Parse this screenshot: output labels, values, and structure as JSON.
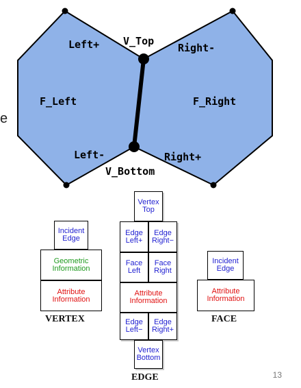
{
  "diagram": {
    "labels": {
      "left_plus": "Left+",
      "v_top": "V_Top",
      "right_minus": "Right-",
      "f_left": "F_Left",
      "f_right": "F_Right",
      "left_minus": "Left-",
      "right_plus": "Right+",
      "v_bottom": "V_Bottom"
    },
    "colors": {
      "face_fill": "#8fb2e8",
      "edge": "#000000"
    }
  },
  "vertex_record": {
    "incident_edge": "Incident Edge",
    "geometric": "Geometric Information",
    "attribute": "Attribute Information",
    "caption": "VERTEX"
  },
  "edge_record": {
    "vertex_top": "Vertex Top",
    "edge_left_plus": "Edge Left+",
    "edge_right_minus": "Edge Right−",
    "face_left": "Face Left",
    "face_right": "Face Right",
    "attribute": "Attribute Information",
    "edge_left_minus": "Edge Left−",
    "edge_right_plus": "Edge Right+",
    "vertex_bottom": "Vertex Bottom",
    "caption": "EDGE"
  },
  "face_record": {
    "incident_edge": "Incident Edge",
    "attribute": "Attribute Information",
    "caption": "FACE"
  },
  "slide": {
    "partial_letter": "e",
    "page_number": "13"
  },
  "colors": {
    "blue_text": "#1f1fd1",
    "green_text": "#1e9a1e",
    "red_text": "#e01010"
  }
}
